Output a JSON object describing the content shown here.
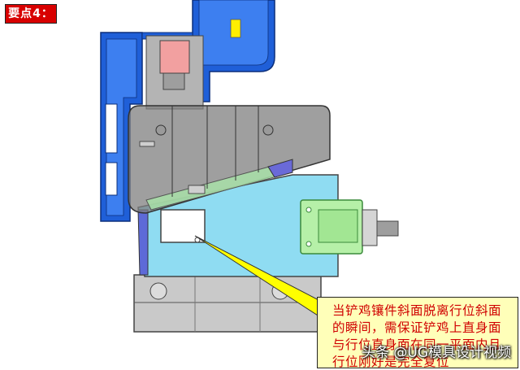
{
  "badge": {
    "label": "要点4："
  },
  "callout": {
    "text": "当铲鸡镶件斜面脱离行位斜面的瞬间，需保证铲鸡上直身面与行位直身面在同一平面内且行位刚好是完全复位"
  },
  "watermark": {
    "text": "头条 @UG模具设计视频"
  },
  "colors": {
    "mold_blue": "#1f5fd8",
    "slider_cyan": "#8fdcf2",
    "heel_block_grey": "#8a8a8a",
    "insert_pink": "#f2a0a0",
    "cylinder_green": "#b6f0a8",
    "callout_fill": "#ffffb9",
    "callout_text": "#d00000",
    "badge_red": "#d80000"
  }
}
